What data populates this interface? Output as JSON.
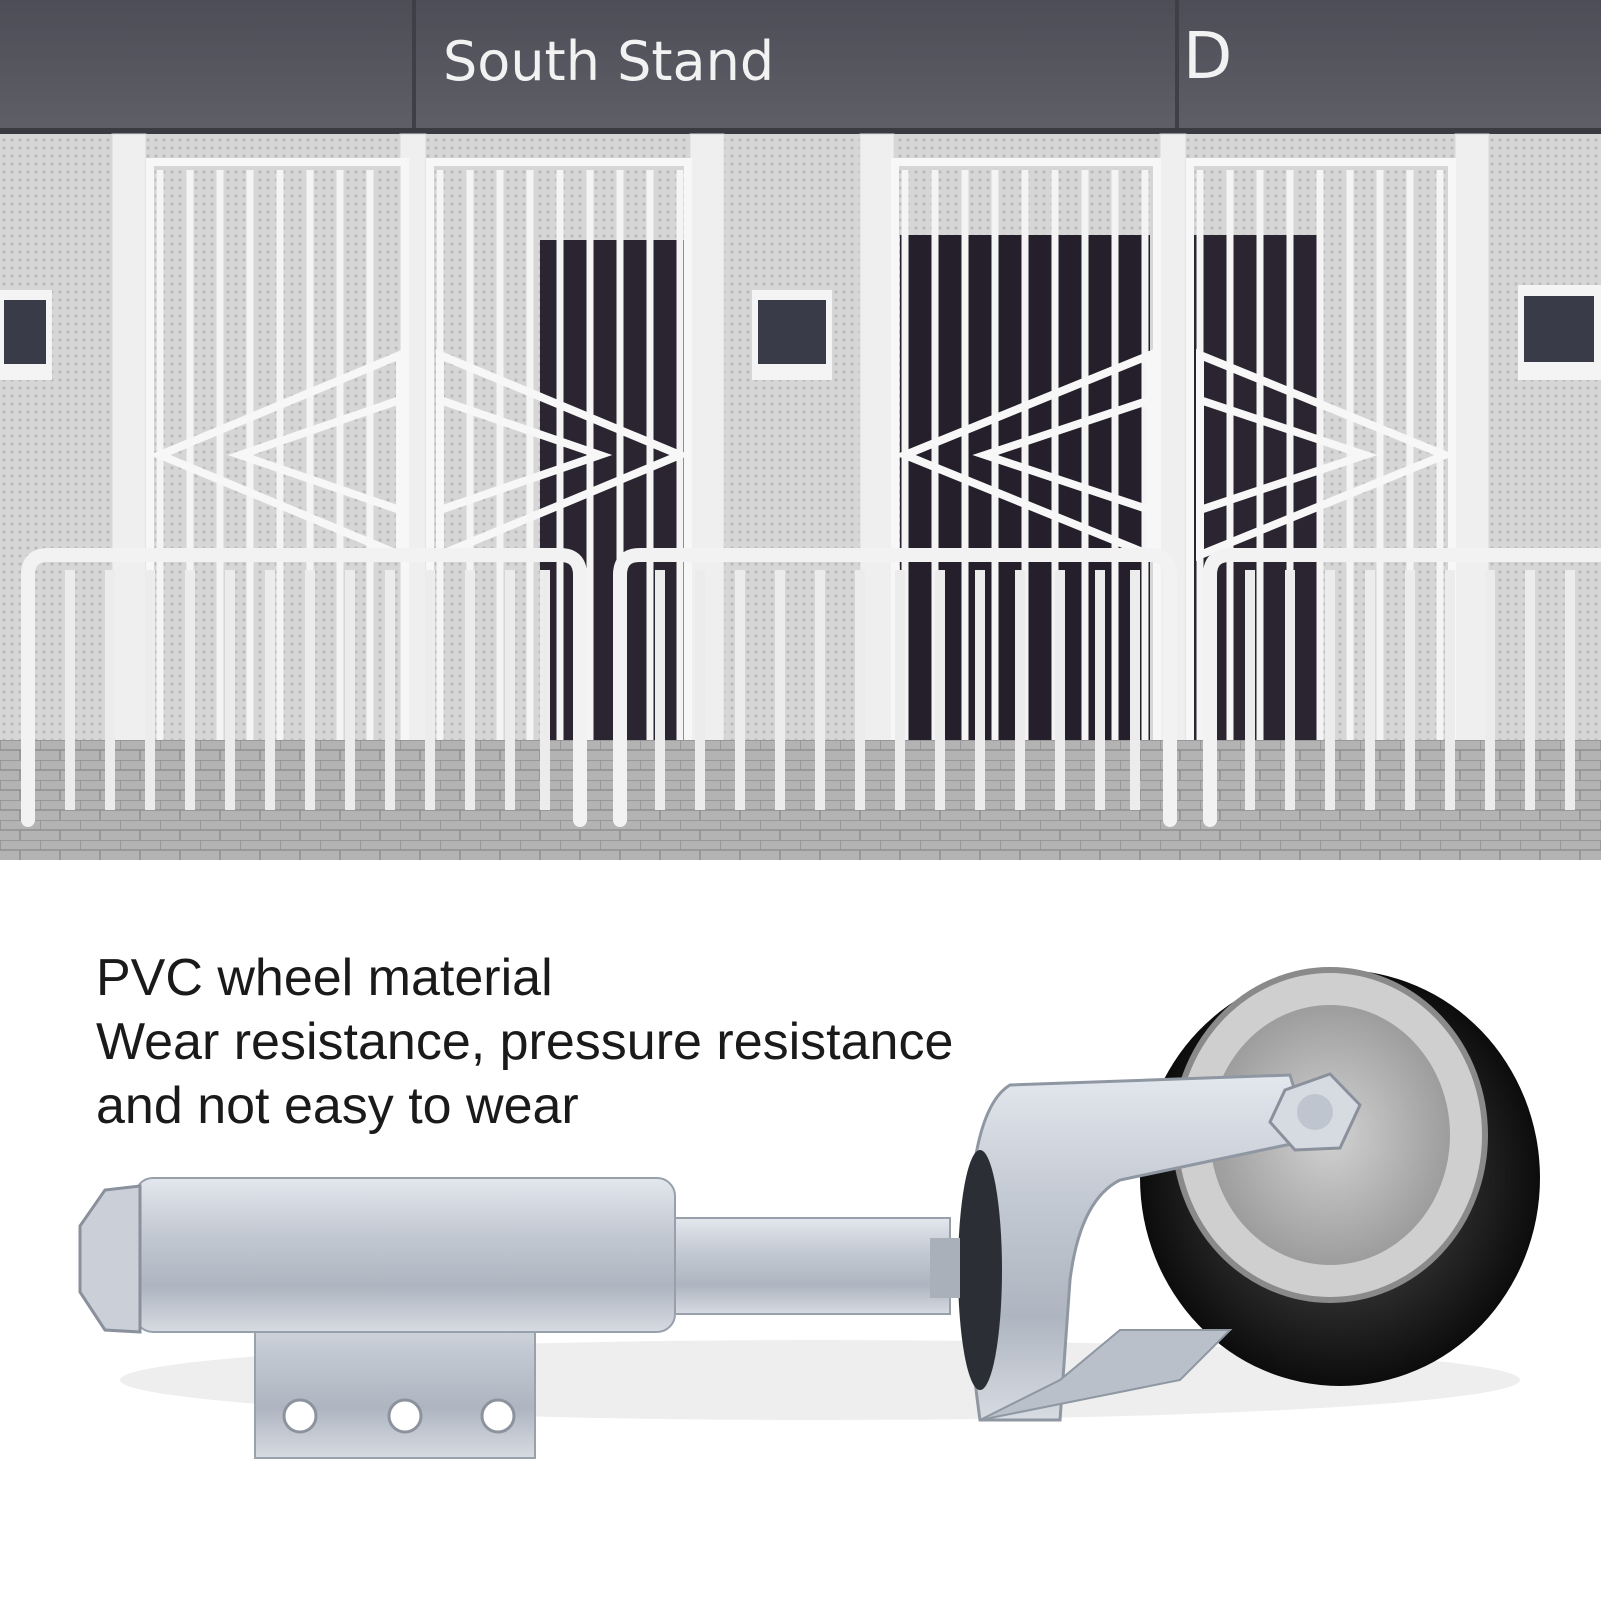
{
  "sign": {
    "stand_label": "South Stand",
    "gate_letter": "D"
  },
  "caption": {
    "line1": "PVC wheel material",
    "line2": "Wear resistance, pressure resistance",
    "line3": "and not easy to wear"
  },
  "colors": {
    "sign_panel": "#55555f",
    "sign_text": "#f2f2f2",
    "gate_white": "#f4f4f4",
    "dark_interior": "#2a2530",
    "paving": "#a9a9a9",
    "steel": "#c9ced6",
    "tire": "#141414",
    "hub_gray": "#b8b8b8"
  }
}
